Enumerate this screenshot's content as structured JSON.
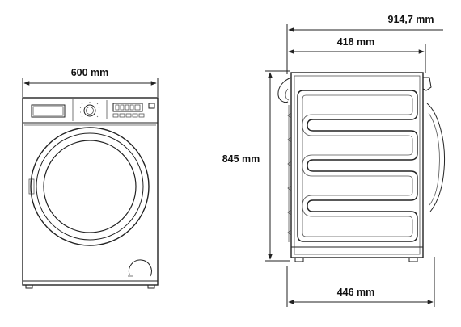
{
  "dimensions": {
    "width": "600 mm",
    "height": "845 mm",
    "depth_total": "914,7 mm",
    "depth_body": "418 mm",
    "depth_base": "446 mm"
  },
  "colors": {
    "line": "#222222",
    "background": "#ffffff"
  }
}
